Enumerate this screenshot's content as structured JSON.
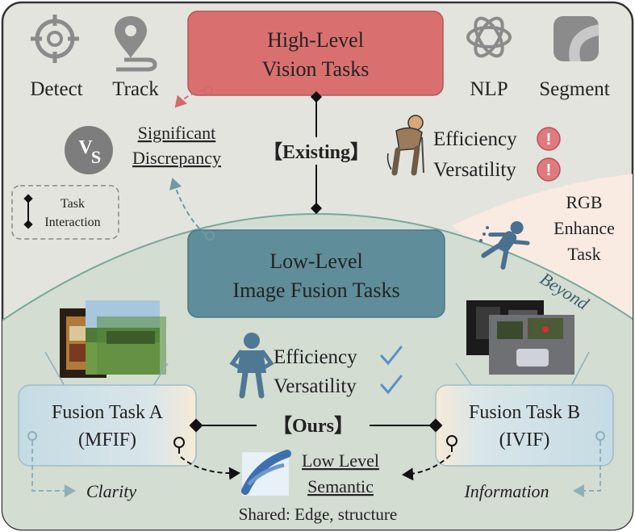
{
  "top_icons": {
    "detect": "Detect",
    "track": "Track",
    "nlp": "NLP",
    "segment": "Segment"
  },
  "high_level": {
    "line1": "High-Level",
    "line2": "Vision Tasks"
  },
  "discrepancy": {
    "line1": "Significant",
    "line2": "Discrepancy"
  },
  "existing_label": "【Existing】",
  "existing_props": {
    "efficiency": "Efficiency",
    "versatility": "Versatility"
  },
  "legend": {
    "line1": "Task",
    "line2": "Interaction"
  },
  "rgb": {
    "line1": "RGB",
    "line2": "Enhance",
    "line3": "Task",
    "beyond": "Beyond"
  },
  "low_level": {
    "line1": "Low-Level",
    "line2": "Image Fusion Tasks"
  },
  "ours_props": {
    "efficiency": "Efficiency",
    "versatility": "Versatility"
  },
  "ours_label": "【Ours】",
  "task_a": {
    "line1": "Fusion Task A",
    "line2": "(MFIF)",
    "side": "Clarity"
  },
  "task_b": {
    "line1": "Fusion Task B",
    "line2": "(IVIF)",
    "side": "Information"
  },
  "semantic": {
    "line1": "Low Level",
    "line2": "Semantic",
    "shared": "Shared: Edge, structure"
  },
  "colors": {
    "background": "#e4e4de",
    "dome": "#d3ddd2",
    "high_level_box": "#d9706f",
    "low_level_box": "#5f8d99",
    "task_box": "#cddfe6",
    "warning": "#e07a80",
    "check": "#5b8fc4"
  }
}
